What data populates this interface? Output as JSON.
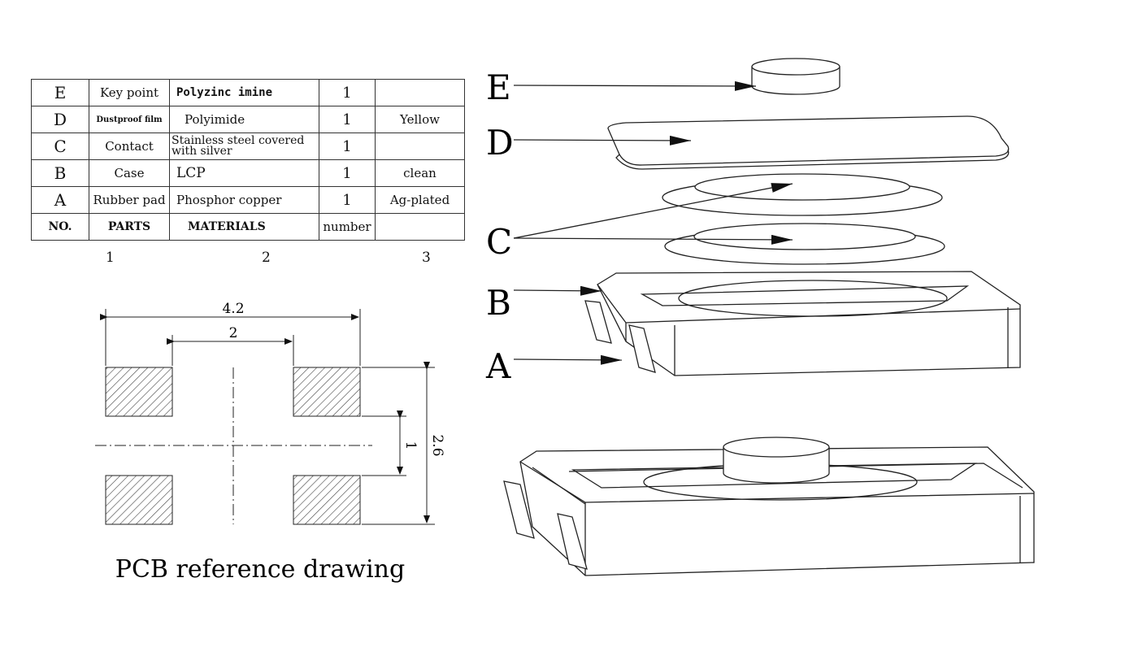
{
  "table": {
    "rows": [
      {
        "no": "E",
        "part": "Key point",
        "material": "Polyzinc imine",
        "number": "1",
        "note": ""
      },
      {
        "no": "D",
        "part": "Dustproof film",
        "material": "Polyimide",
        "number": "1",
        "note": "Yellow"
      },
      {
        "no": "C",
        "part": "Contact",
        "material": "Stainless steel covered with silver",
        "number": "1",
        "note": ""
      },
      {
        "no": "B",
        "part": "Case",
        "material": "LCP",
        "number": "1",
        "note": "clean"
      },
      {
        "no": "A",
        "part": "Rubber pad",
        "material": "Phosphor copper",
        "number": "1",
        "note": "Ag-plated"
      }
    ],
    "header": {
      "no": "NO.",
      "part": "PARTS",
      "material": "MATERIALS",
      "number": "number",
      "note": ""
    },
    "column_numbers": [
      "1",
      "2",
      "3"
    ]
  },
  "pcb": {
    "dim_width": "4.2",
    "dim_gap": "2",
    "dim_height": "2.6",
    "dim_pad_gap": "1",
    "caption": "PCB reference drawing"
  },
  "exploded": {
    "labels": [
      "E",
      "D",
      "C",
      "B",
      "A"
    ]
  }
}
